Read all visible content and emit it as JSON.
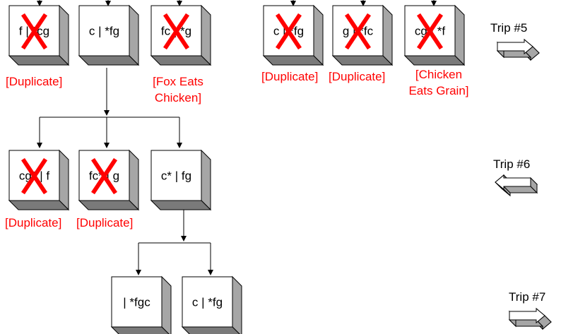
{
  "colors": {
    "annotation": "#ff0000",
    "cross": "#ff0000",
    "box_side": "#a6a6a6",
    "box_bottom": "#7a7a7a",
    "line": "#000000"
  },
  "states": {
    "s1": {
      "label": "f | *cg",
      "crossed": true,
      "note": "[Duplicate]"
    },
    "s2": {
      "label": "c | *fg",
      "crossed": false
    },
    "s3": {
      "label": "fc | *g",
      "crossed": true,
      "note_lines": [
        "[Fox Eats",
        "Chicken]"
      ]
    },
    "s4": {
      "label": "c | *fg",
      "crossed": true,
      "note": "[Duplicate]"
    },
    "s5": {
      "label": "g | *fc",
      "crossed": true,
      "note": "[Duplicate]"
    },
    "s6": {
      "label": "cg | *f",
      "crossed": true,
      "note_lines": [
        "[Chicken",
        "Eats Grain]"
      ]
    },
    "s7": {
      "label": "cg* | f",
      "crossed": true,
      "note": "[Duplicate]"
    },
    "s8": {
      "label": "fc* | g",
      "crossed": true,
      "note": "[Duplicate]"
    },
    "s9": {
      "label": "c* | fg",
      "crossed": false
    },
    "s10": {
      "label": "| *fgc",
      "crossed": false
    },
    "s11": {
      "label": "c | *fg",
      "crossed": false
    }
  },
  "trips": {
    "t5": {
      "label": "Trip #5",
      "direction": "right"
    },
    "t6": {
      "label": "Trip #6",
      "direction": "left"
    },
    "t7": {
      "label": "Trip #7",
      "direction": "right"
    }
  }
}
